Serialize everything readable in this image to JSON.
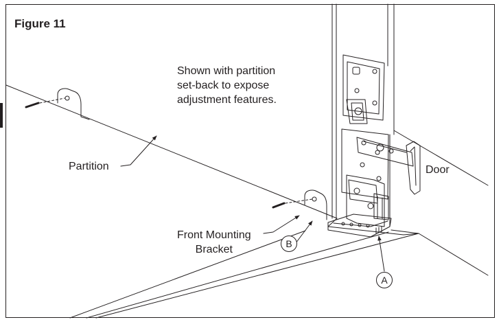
{
  "figure": {
    "title": "Figure 11",
    "note": "Shown with partition\nset-back to expose\nadjustment features.",
    "labels": {
      "partition": "Partition",
      "door": "Door",
      "front_mounting_bracket": "Front Mounting\nBracket"
    },
    "callouts": {
      "a": "A",
      "b": "B"
    }
  }
}
